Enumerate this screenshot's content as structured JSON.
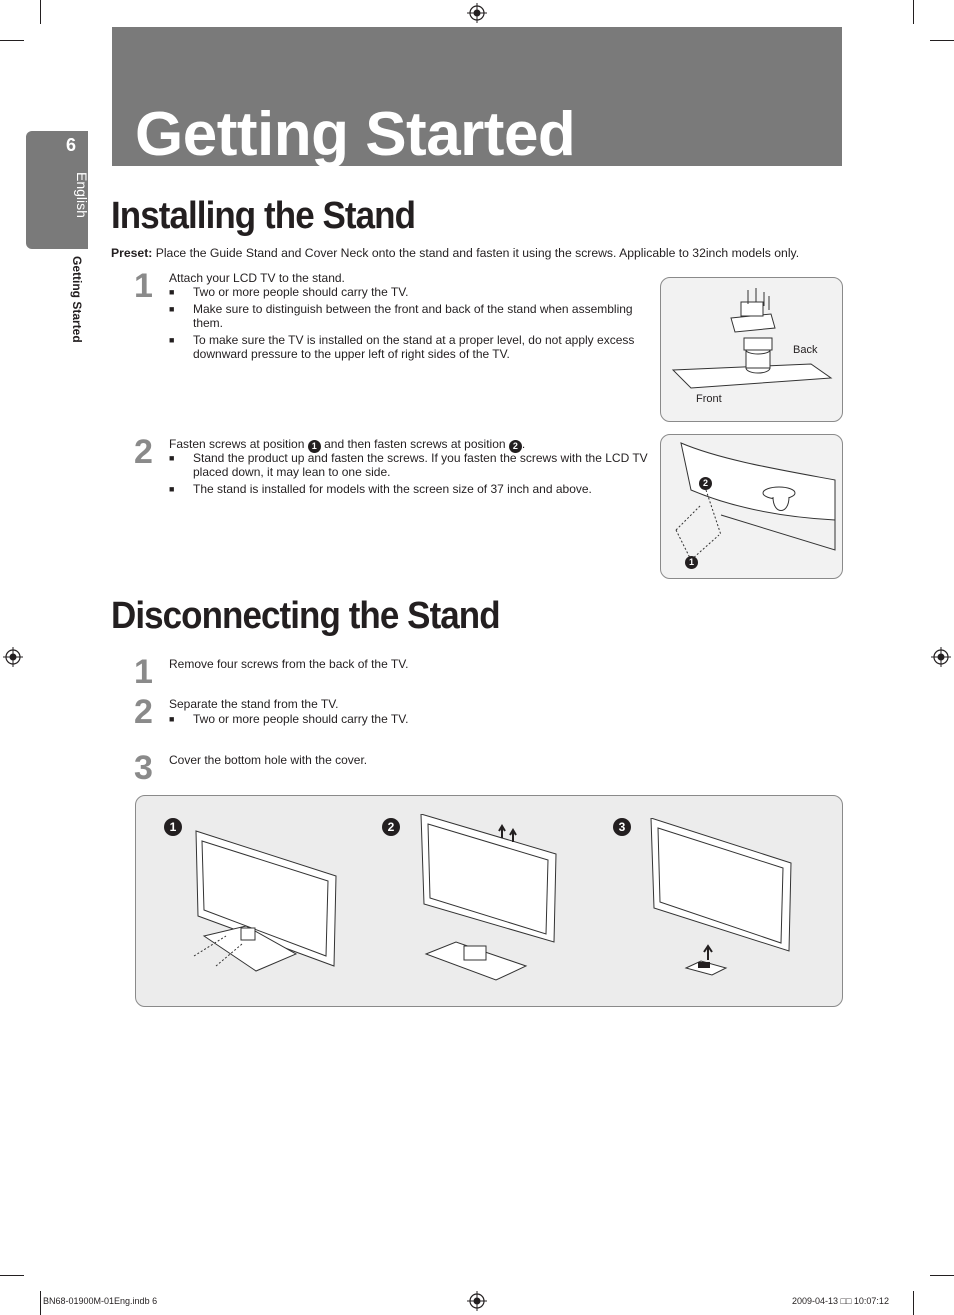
{
  "header": {
    "banner_title": "Getting Started",
    "page_number": "6",
    "language": "English",
    "side_section": "Getting Started"
  },
  "install": {
    "heading": "Installing the Stand",
    "preset_label": "Preset:",
    "preset_text": "Place the Guide Stand and Cover Neck onto the stand and fasten it using the screws. Applicable to 32inch models only.",
    "step1": {
      "num": "1",
      "text": "Attach your LCD TV to the stand.",
      "bullets": [
        "Two or more people should carry the TV.",
        "Make sure to distinguish between the front and back of the stand when assembling them.",
        "To make sure the TV is installed on the stand at a proper level, do not apply excess downward pressure to the upper left of right sides of the TV."
      ],
      "label_back": "Back",
      "label_front": "Front"
    },
    "step2": {
      "num": "2",
      "text_a": "Fasten screws at position",
      "marker1": "1",
      "text_b": "and then fasten screws at position",
      "marker2": "2",
      "text_c": ".",
      "bullets": [
        "Stand the product up and fasten the screws. If you fasten the screws with the LCD TV placed down, it may lean to one side.",
        "The stand is installed for models with the screen size of 37 inch and above."
      ]
    }
  },
  "disconnect": {
    "heading": "Disconnecting the Stand",
    "steps": [
      {
        "num": "1",
        "text": "Remove four screws from the back of the TV.",
        "bullets": []
      },
      {
        "num": "2",
        "text": "Separate the stand from the TV.",
        "bullets": [
          "Two or more people should carry the TV."
        ]
      },
      {
        "num": "3",
        "text": "Cover the bottom hole with the cover.",
        "bullets": []
      }
    ],
    "figure_markers": [
      "1",
      "2",
      "3"
    ]
  },
  "footer": {
    "left": "BN68-01900M-01Eng.indb   6",
    "right": "2009-04-13   □□ 10:07:12"
  }
}
